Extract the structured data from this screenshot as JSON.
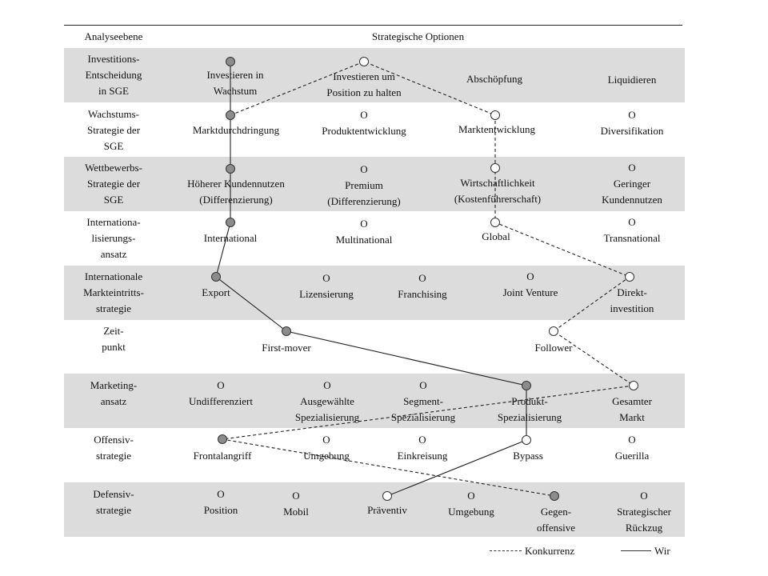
{
  "header": {
    "col_level": "Analyseebene",
    "col_options": "Strategische Optionen"
  },
  "rows": [
    {
      "label": "Investitions-\nEntscheidung\nin SGE",
      "options": [
        "Investieren in\nWachstum",
        "Investieren um\nPosition zu halten",
        "Abschöpfung",
        "Liquidieren"
      ]
    },
    {
      "label": "Wachstums-\nStrategie der\nSGE",
      "options": [
        "Marktdurchdringung",
        "O\nProduktentwicklung",
        "Marktentwicklung",
        "O\nDiversifikation"
      ]
    },
    {
      "label": "Wettbewerbs-\nStrategie der\nSGE",
      "options": [
        "Höherer Kundennutzen\n(Differenzierung)",
        "O\nPremium\n(Differenzierung)",
        "Wirtschaftlichkeit\n(Kostenführerschaft)",
        "O\nGeringer\nKundennutzen"
      ]
    },
    {
      "label": "Internationa-\nlisierungs-\nansatz",
      "options": [
        "International",
        "O\nMultinational",
        "Global",
        "O\nTransnational"
      ]
    },
    {
      "label": "Internationale\nMarkteintritts-\nstrategie",
      "options": [
        "Export",
        "O\nLizensierung",
        "O\nFranchising",
        "O\nJoint Venture",
        "Direkt-\ninvestition"
      ]
    },
    {
      "label": "Zeit-\npunkt",
      "options": [
        "First-mover",
        "Follower"
      ]
    },
    {
      "label": "Marketing-\nansatz",
      "options": [
        "O\nUndifferenziert",
        "O\nAusgewählte\nSpezialisierung",
        "O\nSegment-\nSpezialisierung",
        "Produkt-\nSpezialisierung",
        "Gesamter\nMarkt"
      ]
    },
    {
      "label": "Offensiv-\nstrategie",
      "options": [
        "Frontalangriff",
        "O\nUmgebung",
        "O\nEinkreisung",
        "Bypass",
        "O\nGuerilla"
      ]
    },
    {
      "label": "Defensiv-\nstrategie",
      "options": [
        "O\nPosition",
        "O\nMobil",
        "Präventiv",
        "O\nUmgebung",
        "Gegen-\noffensive",
        "O\nStrategischer\nRückzug"
      ]
    }
  ],
  "legend": {
    "competition": "Konkurrenz",
    "us": "Wir"
  },
  "path_us": [
    "Investieren in Wachstum",
    "Marktdurchdringung",
    "Höherer Kundennutzen",
    "International",
    "Export",
    "First-mover",
    "Produkt-Spezialisierung",
    "Bypass",
    "Präventiv"
  ],
  "path_competition": [
    "Marktdurchdringung",
    "Investieren um Position zu halten",
    "Marktentwicklung",
    "Wirtschaftlichkeit",
    "Global",
    "Direktinvestition",
    "Follower",
    "Gesamter Markt",
    "Frontalangriff",
    "Gegenoffensive"
  ],
  "colors": {
    "band": "#dcdcdc",
    "node_filled": "#8c8c8c",
    "line": "#222222"
  }
}
